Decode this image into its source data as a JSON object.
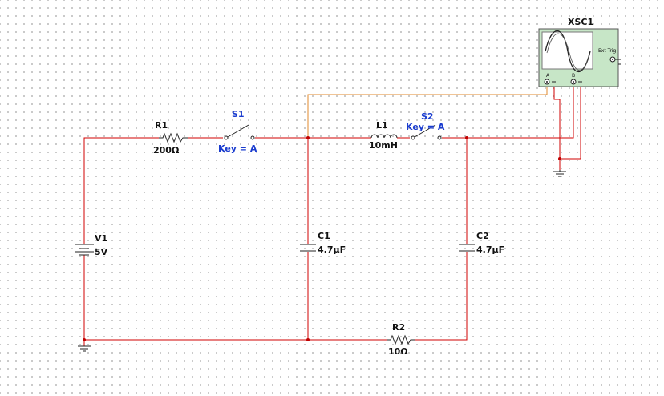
{
  "components": {
    "r1": {
      "ref": "R1",
      "value": "200Ω"
    },
    "r2": {
      "ref": "R2",
      "value": "10Ω"
    },
    "s1": {
      "ref": "S1",
      "key": "Key = A"
    },
    "s2": {
      "ref": "S2",
      "key": "Key = A"
    },
    "l1": {
      "ref": "L1",
      "value": "10mH"
    },
    "c1": {
      "ref": "C1",
      "value": "4.7µF"
    },
    "c2": {
      "ref": "C2",
      "value": "4.7µF"
    },
    "v1": {
      "ref": "V1",
      "value": "5V"
    }
  },
  "oscilloscope": {
    "ref": "XSC1",
    "ext_trig": "Ext Trig",
    "channel_a": "A",
    "channel_b": "B"
  },
  "colors": {
    "wire": "#d20000",
    "channel_a_wire": "#e08a2c",
    "scope_body": "#c7e6c7",
    "label_blue": "#1a3ccf"
  }
}
